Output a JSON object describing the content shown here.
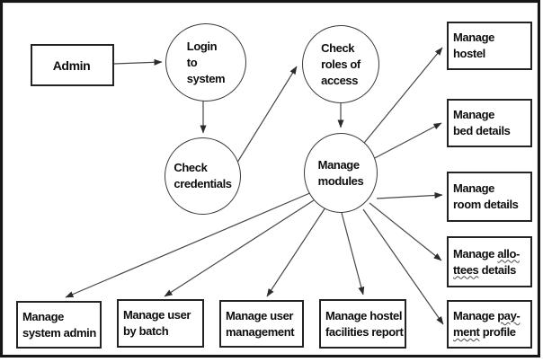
{
  "figure": {
    "kind": "hostel-management-admin-flow-diagram",
    "background_color": "#ffffff",
    "frame_color": "#161616",
    "shape_border_color": "#232323",
    "connector_color": "#474747",
    "text_color": "#0d0d0d"
  },
  "nodes": {
    "admin": {
      "shape": "rectangle",
      "label": "Admin"
    },
    "login_to_system": {
      "shape": "circle",
      "lines": [
        "Login",
        "to",
        "system"
      ]
    },
    "check_credentials": {
      "shape": "circle",
      "lines": [
        "Check",
        "credentials"
      ]
    },
    "check_roles_of_access": {
      "shape": "circle",
      "lines": [
        "Check",
        "roles of",
        "access"
      ]
    },
    "manage_modules": {
      "shape": "circle",
      "lines": [
        "Manage",
        "modules"
      ]
    },
    "manage_hostel": {
      "shape": "rectangle",
      "lines": [
        "Manage",
        "hostel"
      ]
    },
    "manage_bed_details": {
      "shape": "rectangle",
      "lines": [
        "Manage",
        "bed details"
      ]
    },
    "manage_room_details": {
      "shape": "rectangle",
      "lines": [
        "Manage",
        "room details"
      ]
    },
    "manage_allottees_details": {
      "shape": "rectangle",
      "line1_text": "Manage",
      "line1_misspelled": "allo-",
      "line2_misspelled": "ttees",
      "line2_text": "details"
    },
    "manage_payment_profile": {
      "shape": "rectangle",
      "line1_text": "Manage",
      "line1_misspelled": "pay-",
      "line2_misspelled": "ment",
      "line2_text": "profile"
    },
    "manage_system_admin": {
      "shape": "rectangle",
      "lines": [
        "Manage",
        "system admin"
      ]
    },
    "manage_user_by_batch": {
      "shape": "rectangle",
      "lines": [
        "Manage user",
        "by batch"
      ]
    },
    "manage_user_management": {
      "shape": "rectangle",
      "lines": [
        "Manage user",
        "management"
      ]
    },
    "manage_hostel_facilities_report": {
      "shape": "rectangle",
      "lines": [
        "Manage hostel",
        "facilities report"
      ]
    }
  },
  "edges": [
    {
      "from": "admin",
      "to": "login_to_system"
    },
    {
      "from": "login_to_system",
      "to": "check_credentials"
    },
    {
      "from": "check_credentials",
      "to": "check_roles_of_access"
    },
    {
      "from": "check_roles_of_access",
      "to": "manage_modules"
    },
    {
      "from": "manage_modules",
      "to": "manage_hostel"
    },
    {
      "from": "manage_modules",
      "to": "manage_bed_details"
    },
    {
      "from": "manage_modules",
      "to": "manage_room_details"
    },
    {
      "from": "manage_modules",
      "to": "manage_allottees_details"
    },
    {
      "from": "manage_modules",
      "to": "manage_payment_profile"
    },
    {
      "from": "manage_modules",
      "to": "manage_system_admin"
    },
    {
      "from": "manage_modules",
      "to": "manage_user_by_batch"
    },
    {
      "from": "manage_modules",
      "to": "manage_user_management"
    },
    {
      "from": "manage_modules",
      "to": "manage_hostel_facilities_report"
    }
  ]
}
